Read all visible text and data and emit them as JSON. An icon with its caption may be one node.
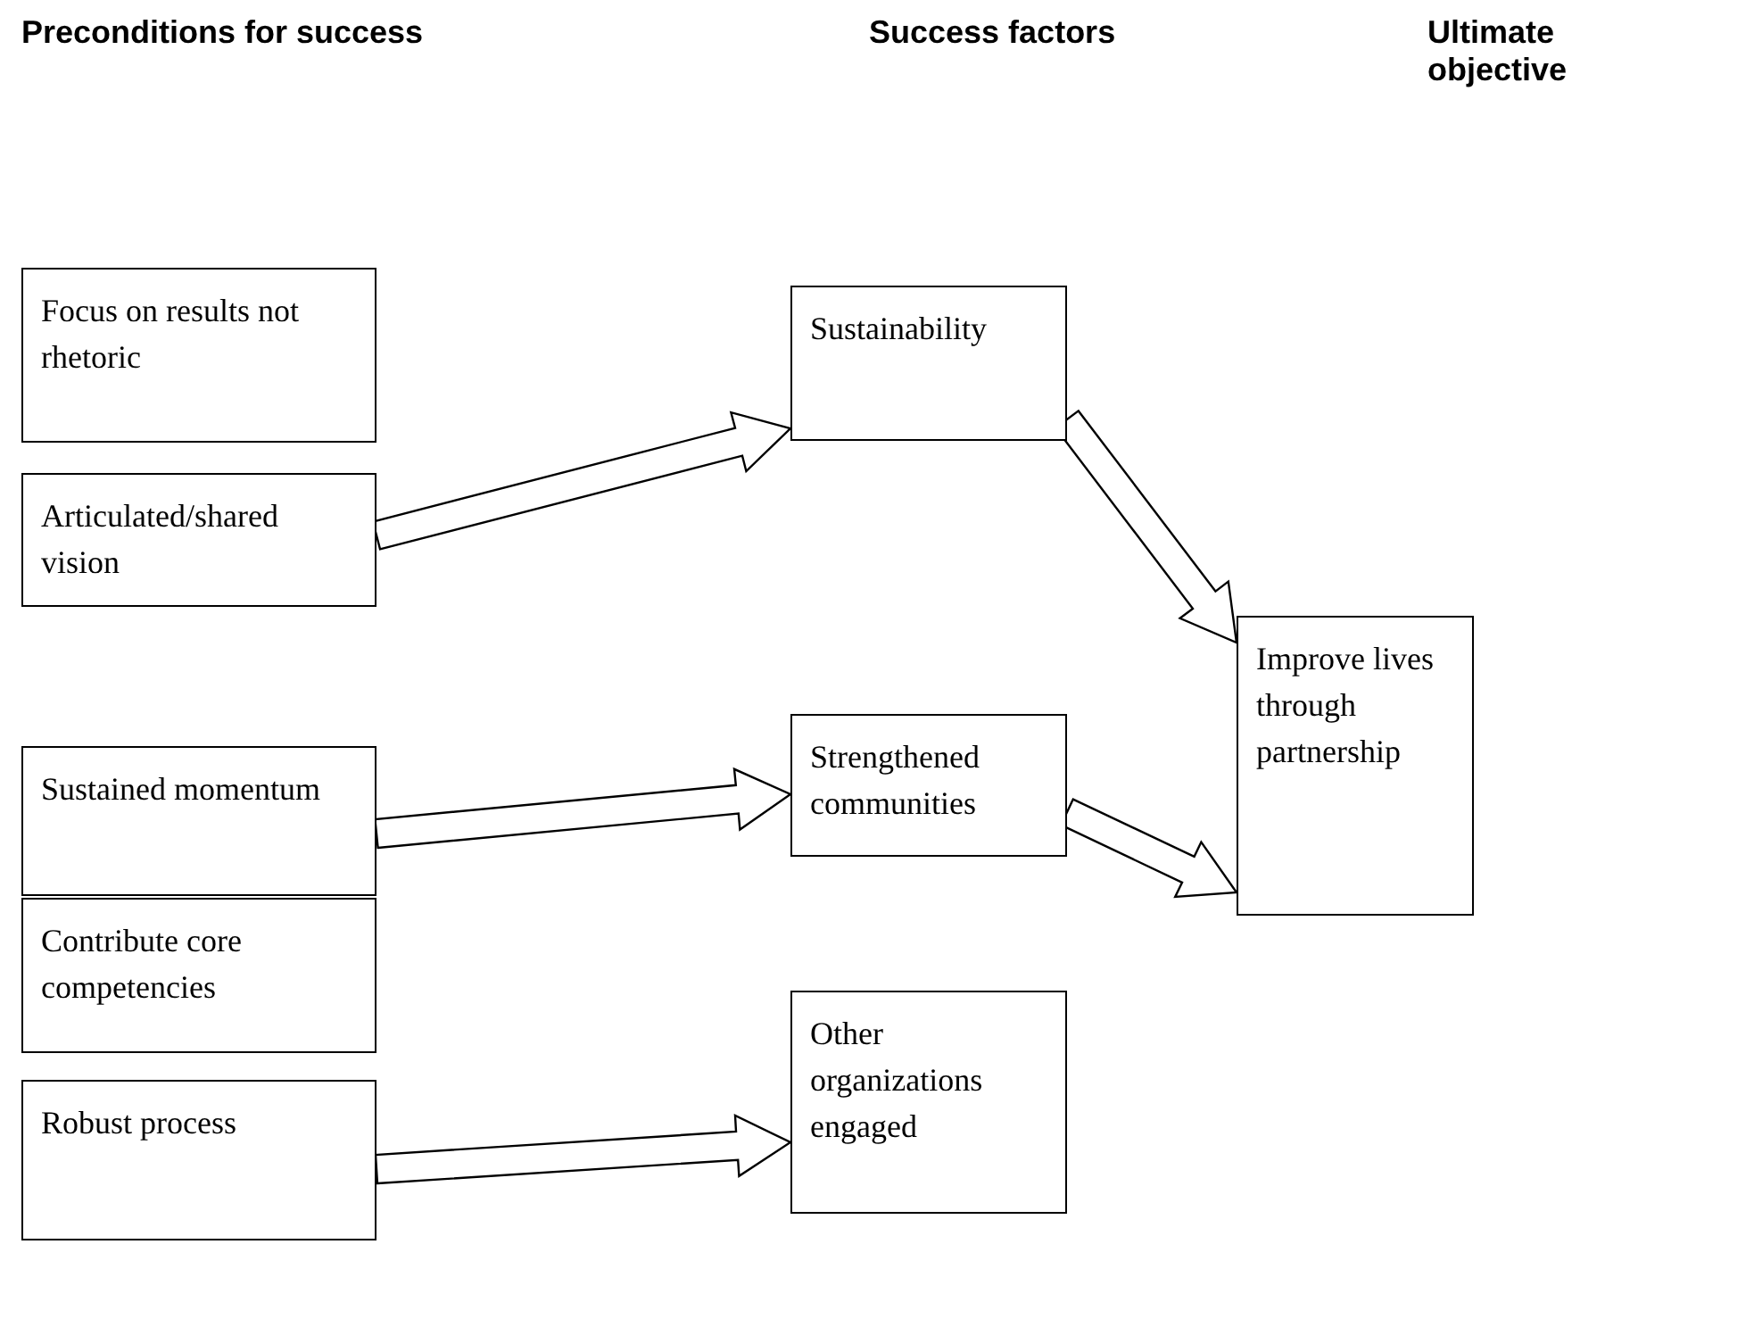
{
  "diagram": {
    "nodes": [
      {
        "text": [
          "Focus on results not rhetoric"
        ]
      },
      {
        "text": [
          "Articulated/shared vision"
        ]
      },
      {
        "text": [
          "Sustained momentum"
        ]
      },
      {
        "text": [
          "Contribute core competencies"
        ]
      },
      {
        "text": [
          "Robust process"
        ]
      },
      {
        "text": [
          "Sustainability"
        ]
      },
      {
        "text": [
          "Strengthened communities"
        ]
      },
      {
        "text": [
          "Other organizations engaged"
        ]
      },
      {
        "text": [
          "Improve lives through partnership"
        ]
      }
    ],
    "edges": [
      {
        "from": 1,
        "to": 5,
        "arrow": "to"
      },
      {
        "from": 2,
        "to": 6,
        "arrow": "to"
      },
      {
        "from": 4,
        "to": 7,
        "arrow": "to"
      },
      {
        "from": 5,
        "to": 8,
        "arrow": "to"
      },
      {
        "from": 6,
        "to": 8,
        "arrow": "to"
      }
    ],
    "labels": [
      "Preconditions for success",
      "Success factors",
      "Ultimate objective"
    ]
  }
}
